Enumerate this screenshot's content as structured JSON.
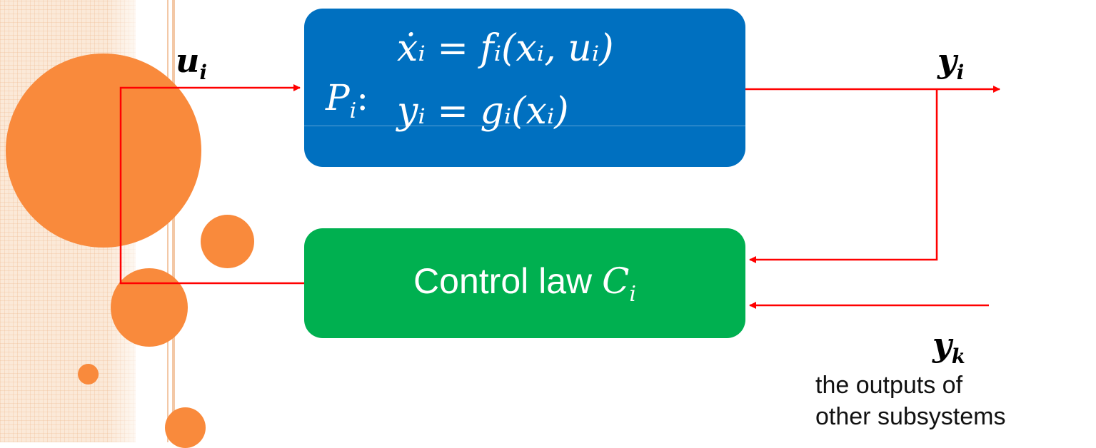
{
  "plant": {
    "name": "P",
    "name_sub": "i",
    "state_eq": "ẋᵢ = fᵢ(xᵢ, uᵢ)",
    "output_eq": "yᵢ = gᵢ(xᵢ)"
  },
  "controller": {
    "label": "Control law",
    "symbol": "C",
    "symbol_sub": "i"
  },
  "signals": {
    "input": "u",
    "input_sub": "i",
    "output": "y",
    "output_sub": "i",
    "external": "y",
    "external_sub": "k"
  },
  "external_description": {
    "line1": "the outputs of",
    "line2": "other subsystems"
  },
  "colors": {
    "plant_box": "#0070c0",
    "controller_box": "#00b050",
    "wire": "#ff0000",
    "accent_dots": "#f98a3c"
  }
}
